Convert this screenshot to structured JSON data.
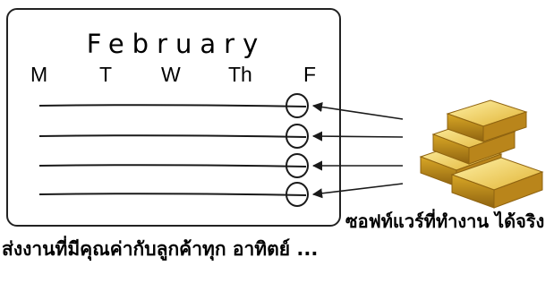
{
  "calendar": {
    "month": "February",
    "days": [
      "M",
      "T",
      "W",
      "Th",
      "F"
    ],
    "week_count": 4
  },
  "icons": {
    "marker": "circle-mark-icon",
    "gold": "gold-bars-icon"
  },
  "colors": {
    "ink": "#1a1a1a",
    "gold_light": "#f3d35c",
    "gold_mid": "#d6a11f",
    "gold_dark": "#8f6310"
  },
  "captions": {
    "left": "ส่งงานที่มีคุณค่ากับลูกค้าทุก อาทิตย์ ...",
    "right": "ซอฟท์แวร์ที่ทำงาน ได้จริง"
  }
}
